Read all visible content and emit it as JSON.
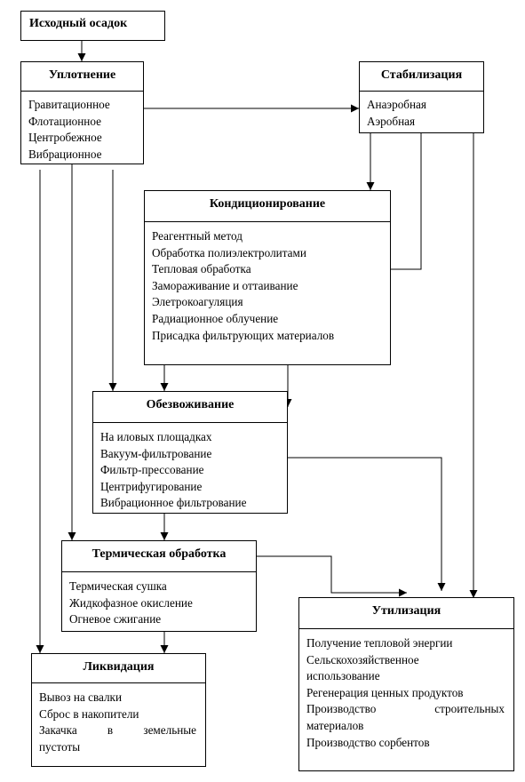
{
  "source": {
    "label": "Исходный осадок"
  },
  "compaction": {
    "title": "Уплотнение",
    "items": [
      "Гравитационное",
      "Флотационное",
      "Центробежное",
      "Вибрационное"
    ]
  },
  "stabilization": {
    "title": "Стабилизация",
    "items": [
      "Анаэробная",
      "Аэробная"
    ]
  },
  "conditioning": {
    "title": "Кондиционирование",
    "items": [
      "Реагентный метод",
      "Обработка полиэлектролитами",
      "Тепловая обработка",
      "Замораживание и оттаивание",
      "Элетрокоагуляция",
      "Радиационное облучение",
      "Присадка фильтрующих материалов"
    ]
  },
  "dewatering": {
    "title": "Обезвоживание",
    "items": [
      "На иловых площадках",
      "Вакуум-фильтрование",
      "Фильтр-прессование",
      "Центрифугирование",
      "Вибрационное фильтрование"
    ]
  },
  "thermal": {
    "title": "Термическая обработка",
    "items": [
      "Термическая сушка",
      "Жидкофазное окисление",
      "Огневое сжигание"
    ]
  },
  "liquidation": {
    "title": "Ликвидация",
    "items": [
      "Вывоз на свалки",
      "Сброс в накопители",
      "Закачка в земельные",
      "пустоты"
    ]
  },
  "utilization": {
    "title": "Утилизация",
    "items": [
      "Получение тепловой энергии",
      "Сельскохозяйственное",
      "использование",
      "Регенерация ценных продуктов",
      "Производство строительных",
      "материалов",
      "Производство сорбентов"
    ]
  }
}
